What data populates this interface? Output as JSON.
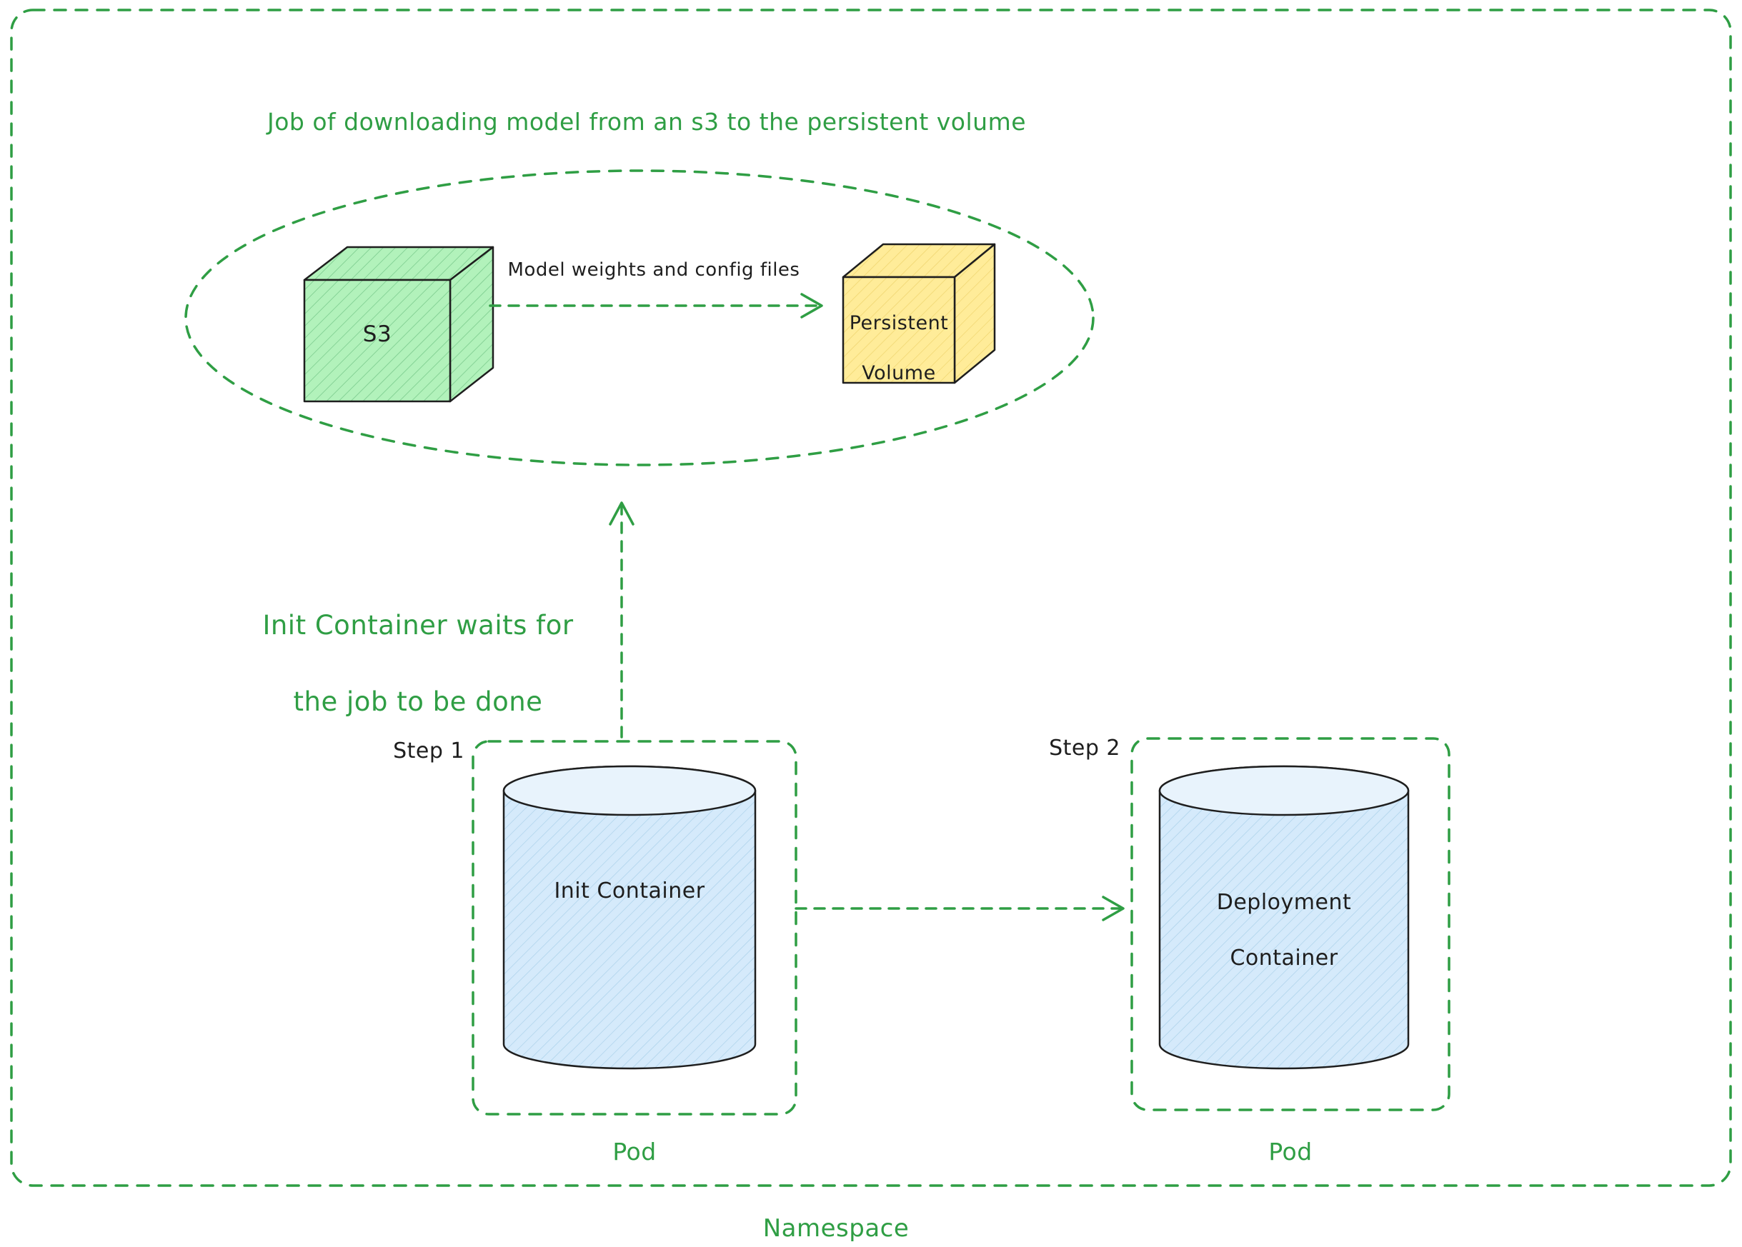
{
  "colors": {
    "diagram_green": "#2f9e44",
    "ink": "#1e1e1e",
    "s3_fill": "#b2f2bb",
    "s3_hatch": "#74c687",
    "pv_fill": "#ffec99",
    "pv_hatch": "#ecd066",
    "cylinder_fill": "#d5eafb",
    "cylinder_hatch": "#a8cfe9",
    "cylinder_top_fill": "#e8f3fc"
  },
  "title": "Job of downloading model from an s3 to the persistent volume",
  "job": {
    "s3_label": "S3",
    "arrow_label": "Model weights and config files",
    "pv_label_line1": "Persistent",
    "pv_label_line2": "Volume"
  },
  "note": {
    "line1": "Init Container waits for",
    "line2": "the job to be done"
  },
  "step1": {
    "label": "Step 1",
    "container_label": "Init Container",
    "pod_label": "Pod"
  },
  "step2": {
    "label": "Step 2",
    "container_label_line1": "Deployment",
    "container_label_line2": "Container",
    "pod_label": "Pod"
  },
  "namespace_label": "Namespace"
}
